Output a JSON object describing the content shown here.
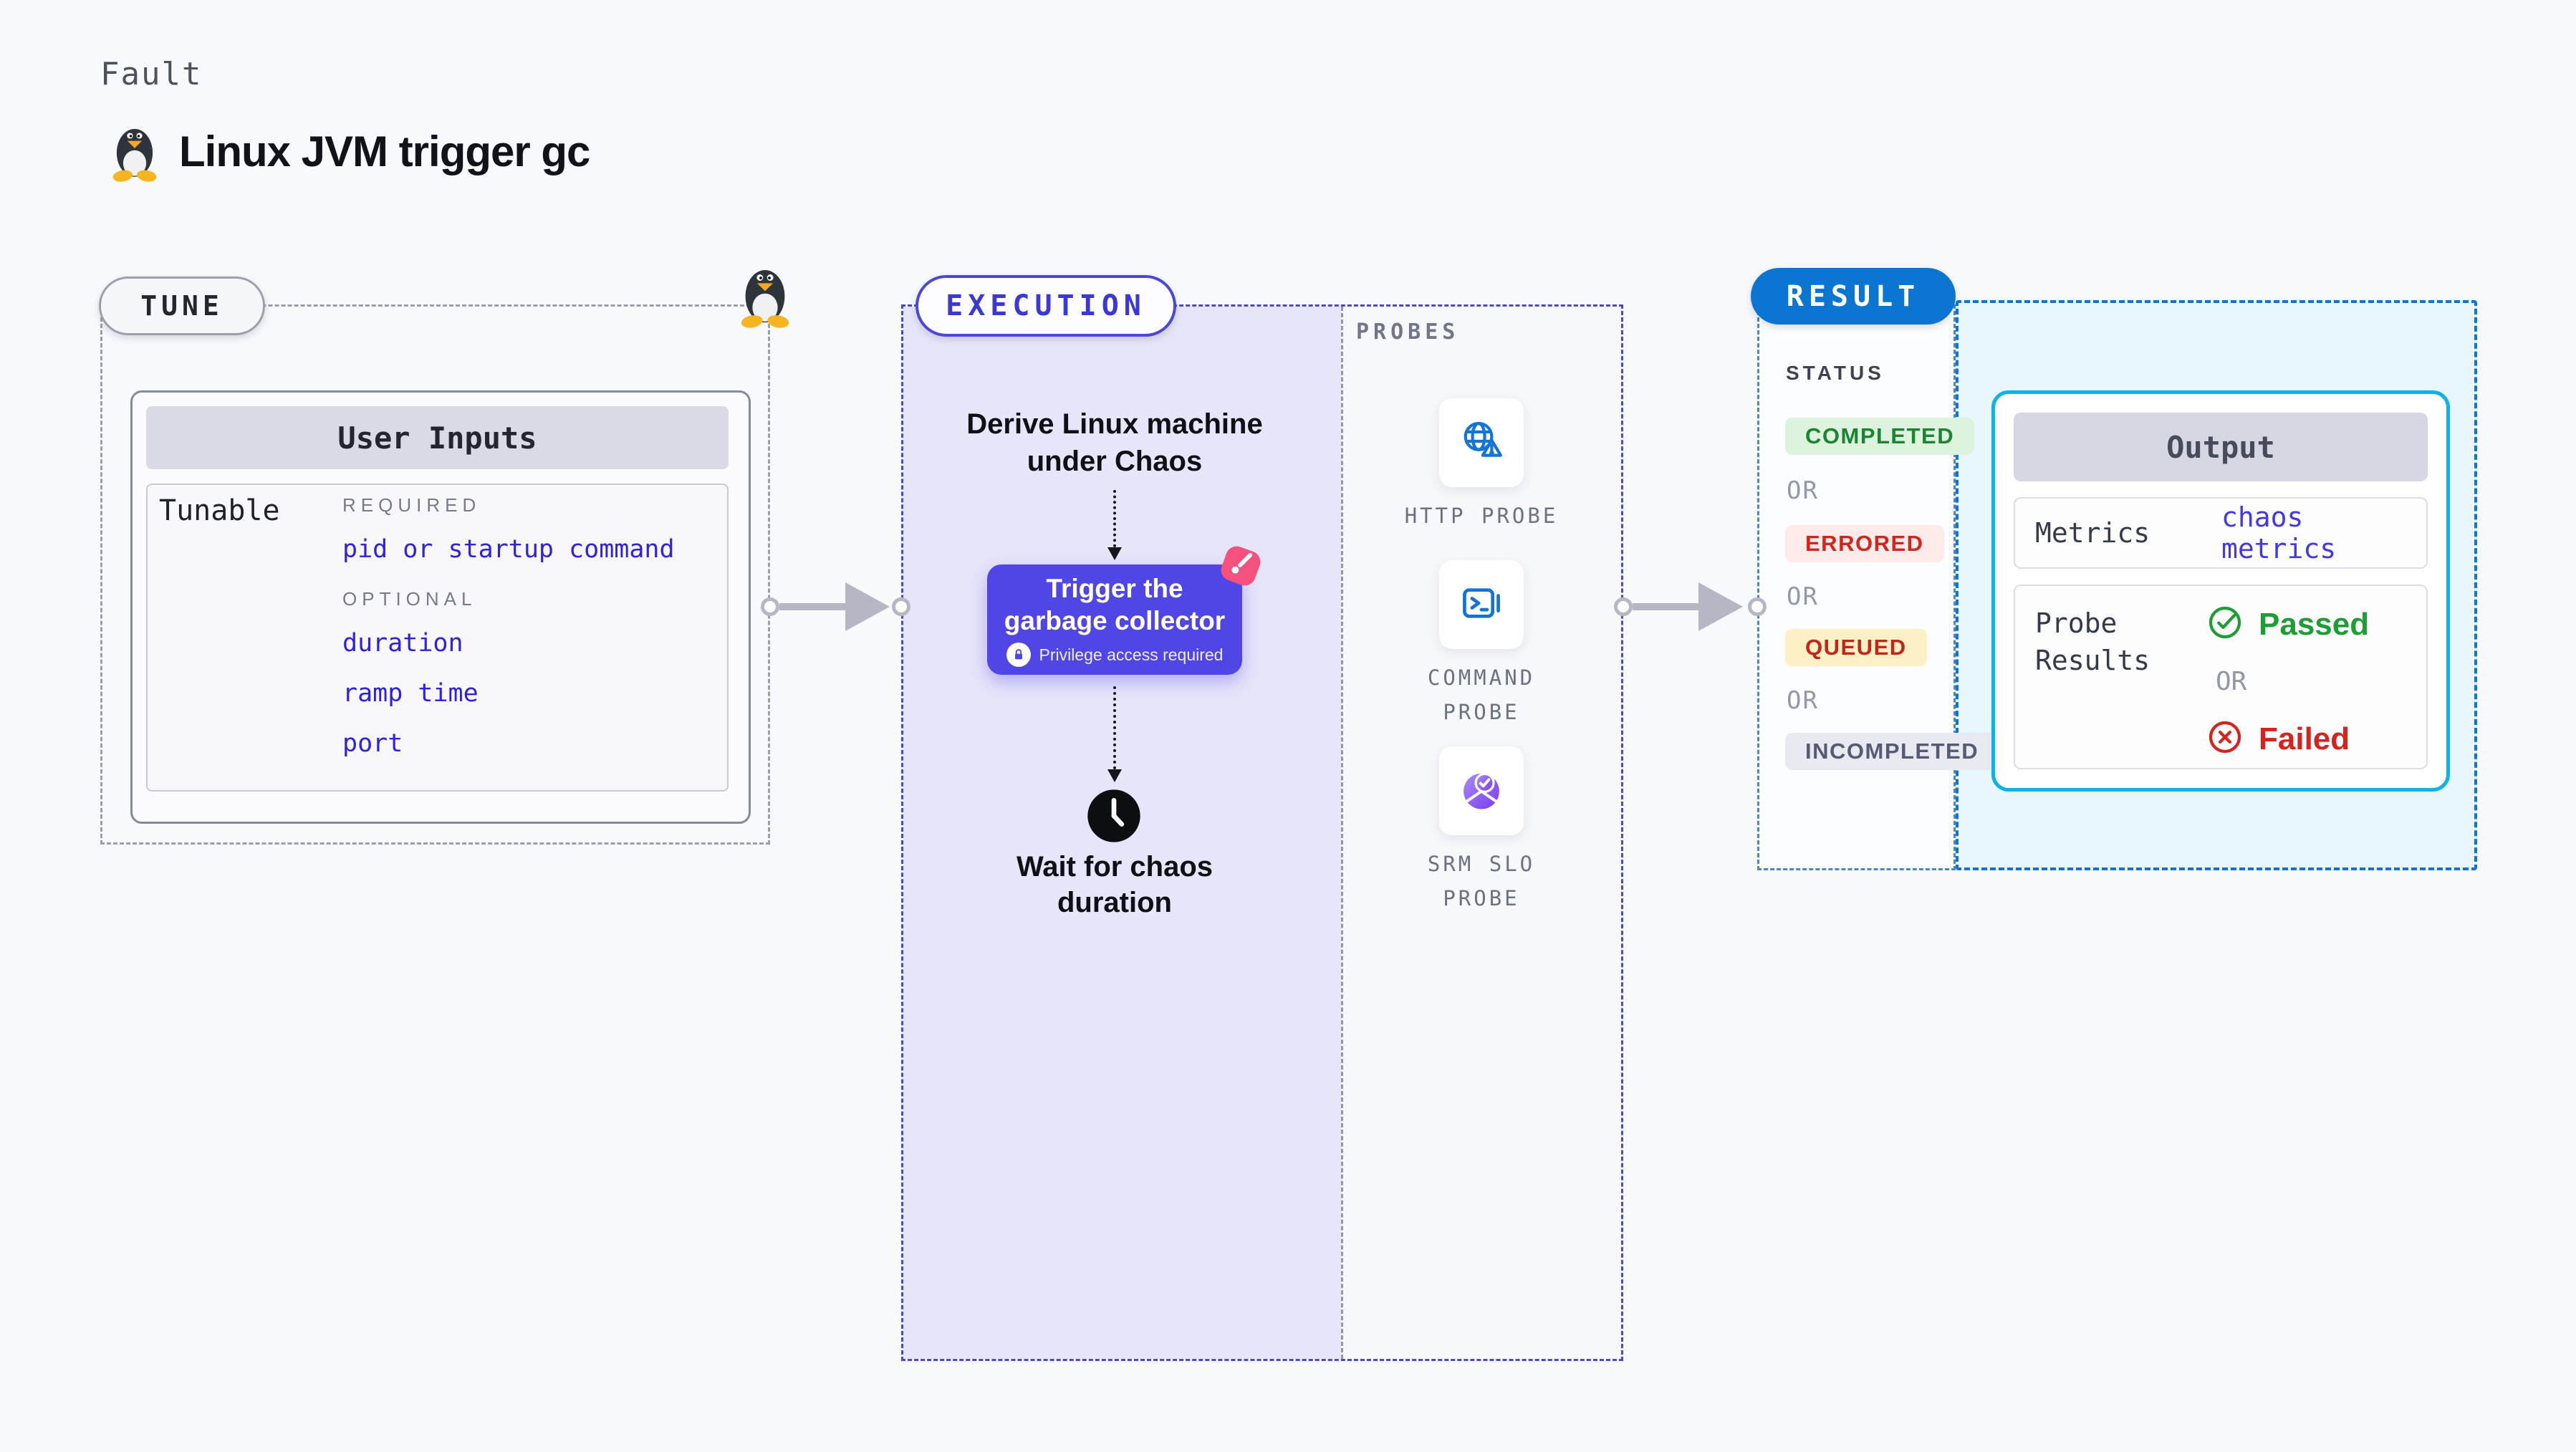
{
  "header": {
    "eyebrow": "Fault",
    "title": "Linux JVM trigger gc",
    "icon": "tux-penguin-icon"
  },
  "tune": {
    "pill": "TUNE",
    "card_title": "User Inputs",
    "row_label": "Tunable",
    "required_heading": "REQUIRED",
    "required_items": [
      "pid or startup command"
    ],
    "optional_heading": "OPTIONAL",
    "optional_items": [
      "duration",
      "ramp time",
      "port"
    ]
  },
  "execution": {
    "pill": "EXECUTION",
    "derive_step": "Derive Linux machine under Chaos",
    "action_title": "Trigger the garbage collector",
    "action_note": "Privilege access required",
    "wait_step": "Wait for chaos duration",
    "probes_heading": "PROBES",
    "probes": [
      {
        "label": "HTTP PROBE",
        "icon": "globe-alert-icon"
      },
      {
        "label": "COMMAND PROBE",
        "icon": "terminal-icon"
      },
      {
        "label": "SRM SLO PROBE",
        "icon": "slo-gauge-icon"
      }
    ]
  },
  "result": {
    "pill": "RESULT",
    "status_heading": "STATUS",
    "or_separator": "OR",
    "statuses": [
      {
        "label": "COMPLETED",
        "fg": "#1b8631",
        "bg": "#ddf3de"
      },
      {
        "label": "ERRORED",
        "fg": "#cf271e",
        "bg": "#fcebe9"
      },
      {
        "label": "QUEUED",
        "fg": "#c4251a",
        "bg": "#fcf0c5"
      },
      {
        "label": "INCOMPLETED",
        "fg": "#555b73",
        "bg": "#e9eaf1"
      }
    ],
    "output": {
      "title": "Output",
      "metrics_label": "Metrics",
      "metrics_value": "chaos metrics",
      "probe_results_label": "Probe Results",
      "passed_label": "Passed",
      "or_separator": "OR",
      "failed_label": "Failed"
    }
  },
  "colors": {
    "page_bg": "#f8f9fc",
    "tune_border_gray": "#9aa0ab",
    "execution_indigo": "#4a47da",
    "action_purple": "#4f46e5",
    "pink_marker": "#f4517e",
    "probe_icon_blue": "#1274d6",
    "slo_purple": "#7c3aed",
    "result_blue": "#0b76d1",
    "cyan_panel_bg": "#e8f6fd",
    "output_border_cyan": "#0cb2e8",
    "link_blue": "#2e22df",
    "passed_green": "#1d9e34",
    "failed_red": "#d6231d",
    "arrow_gray": "#b5b7c5"
  }
}
